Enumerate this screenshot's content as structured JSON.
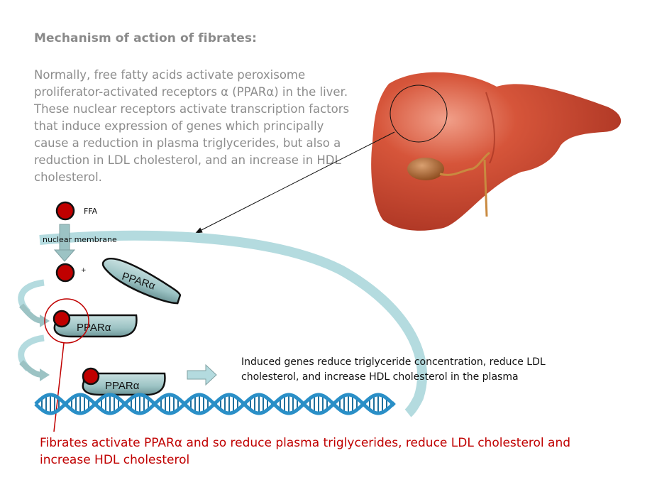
{
  "title": "Mechanism of action of fibrates:",
  "intro": "Normally, free fatty acids activate peroxisome proliferator-activated receptors α (PPARα) in the liver. These nuclear receptors activate transcription factors that induce expression of genes which principally cause a reduction in plasma triglycerides, but also a reduction in LDL cholesterol, and an increase in HDL cholesterol.",
  "diagram": {
    "ffa_label": "FFA",
    "membrane_label": "nuclear membrane",
    "plus_label": "+",
    "receptor_label": "PPARα",
    "induced_text": "Induced genes reduce triglyceride concentration, reduce LDL cholesterol, and increase HDL cholesterol in the plasma",
    "colors": {
      "ffa": "#c00000",
      "receptor": "#9cc3c4",
      "membrane": "#b4dbdf",
      "dna": "#2a8fc7",
      "liver": "#c8452c",
      "callout": "#c00000"
    }
  },
  "conclusion": "Fibrates activate PPARα and so reduce plasma triglycerides, reduce LDL cholesterol and increase HDL cholesterol"
}
